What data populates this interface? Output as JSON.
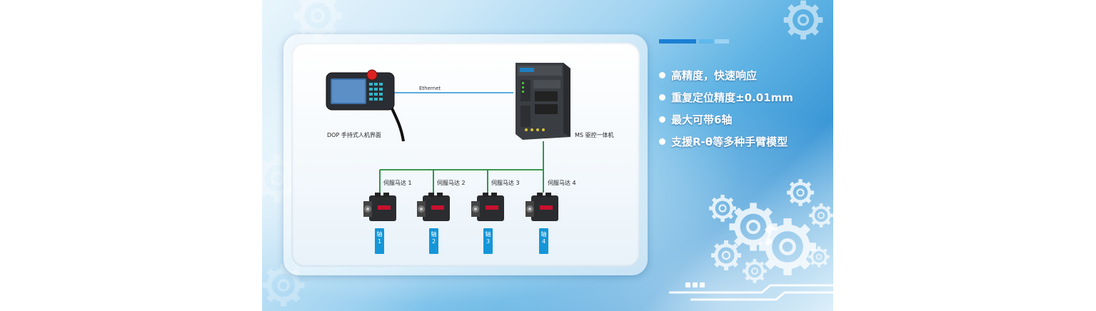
{
  "diagram": {
    "hmi_label": "DOP 手持式人机界面",
    "controller_label": "MS 驱控一体机",
    "ethernet_label": "Ethernet",
    "motors": [
      {
        "label": "伺服马达 1",
        "axis_text": "轴",
        "axis_num": "1"
      },
      {
        "label": "伺服马达 2",
        "axis_text": "轴",
        "axis_num": "2"
      },
      {
        "label": "伺服马达 3",
        "axis_text": "轴",
        "axis_num": "3"
      },
      {
        "label": "伺服马达 4",
        "axis_text": "轴",
        "axis_num": "4"
      }
    ]
  },
  "features": [
    "高精度，快速响应",
    "重复定位精度±0.01mm",
    "最大可带6轴",
    "支援R-θ等多种手臂模型"
  ],
  "colors": {
    "ethernet_line": "#2a8fd0",
    "bus_line": "#1f8a3a",
    "axis_badge": "#1596d8",
    "accent_bar_1": "#1a7fd4",
    "accent_bar_2": "#5fb8ec",
    "accent_bar_3": "#9dd3f3"
  }
}
